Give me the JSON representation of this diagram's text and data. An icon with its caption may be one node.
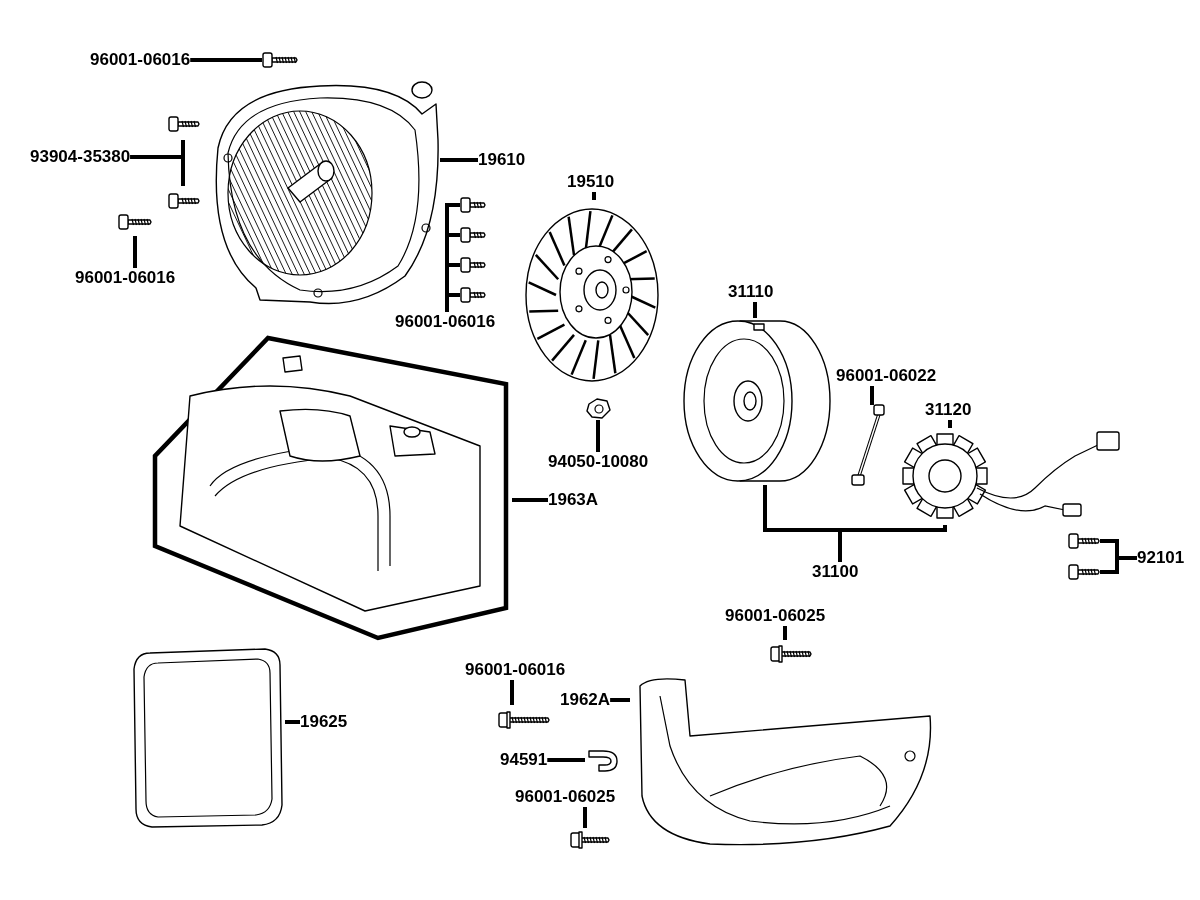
{
  "diagram": {
    "nodes": [
      {
        "text": [
          "96001-06016"
        ]
      },
      {
        "text": [],
        "shape": "picture"
      },
      {
        "text": [
          "93904-35380"
        ]
      },
      {
        "text": [],
        "shape": "picture"
      },
      {
        "text": [],
        "shape": "picture"
      },
      {
        "text": [
          "19610"
        ]
      },
      {
        "text": [],
        "shape": "picture"
      },
      {
        "text": [
          "96001-06016"
        ]
      },
      {
        "text": [],
        "shape": "picture"
      },
      {
        "text": [
          "19510"
        ]
      },
      {
        "text": [],
        "shape": "picture"
      },
      {
        "text": [
          "96001-06016"
        ]
      },
      {
        "text": [],
        "shape": "picture"
      },
      {
        "text": [],
        "shape": "picture"
      },
      {
        "text": [],
        "shape": "picture"
      },
      {
        "text": [],
        "shape": "picture"
      },
      {
        "text": [
          "31110"
        ]
      },
      {
        "text": [],
        "shape": "picture"
      },
      {
        "text": [
          "96001-06022"
        ]
      },
      {
        "text": [],
        "shape": "picture"
      },
      {
        "text": [
          "31120"
        ]
      },
      {
        "text": [],
        "shape": "picture"
      },
      {
        "text": [],
        "shape": "picture"
      },
      {
        "text": [
          "1963A"
        ]
      },
      {
        "text": [
          "94050-10080"
        ]
      },
      {
        "text": [],
        "shape": "picture"
      },
      {
        "text": [
          "31100"
        ]
      },
      {
        "text": [
          "92101"
        ]
      },
      {
        "text": [],
        "shape": "picture"
      },
      {
        "text": [],
        "shape": "picture"
      },
      {
        "text": [
          "1962A"
        ]
      },
      {
        "text": [],
        "shape": "picture"
      },
      {
        "text": [
          "96001-06025"
        ]
      },
      {
        "text": [],
        "shape": "picture"
      },
      {
        "text": [],
        "shape": "picture"
      },
      {
        "text": [
          "19625"
        ]
      },
      {
        "text": [
          "96001-06016"
        ]
      },
      {
        "text": [],
        "shape": "picture"
      },
      {
        "text": [
          "94591"
        ]
      },
      {
        "text": [],
        "shape": "picture"
      },
      {
        "text": [
          "96001-06025"
        ]
      },
      {
        "text": [],
        "shape": "picture"
      }
    ],
    "edges": [
      {
        "from": 0,
        "to": 1,
        "arrow": "none"
      },
      {
        "from": 2,
        "to": 3,
        "arrow": "none"
      },
      {
        "from": 2,
        "to": 4,
        "arrow": "none"
      },
      {
        "from": 5,
        "to": 6,
        "arrow": "none"
      },
      {
        "from": 7,
        "to": 8,
        "arrow": "none"
      },
      {
        "from": 9,
        "to": 10,
        "arrow": "none"
      },
      {
        "from": 11,
        "to": 12,
        "arrow": "none"
      },
      {
        "from": 11,
        "to": 13,
        "arrow": "none"
      },
      {
        "from": 11,
        "to": 14,
        "arrow": "none"
      },
      {
        "from": 11,
        "to": 15,
        "arrow": "none"
      },
      {
        "from": 16,
        "to": 17,
        "arrow": "none"
      },
      {
        "from": 18,
        "to": 19,
        "arrow": "none"
      },
      {
        "from": 20,
        "to": 21,
        "arrow": "none"
      },
      {
        "from": 23,
        "to": 22,
        "arrow": "none"
      },
      {
        "from": 24,
        "to": 25,
        "arrow": "none"
      },
      {
        "from": 26,
        "to": 17,
        "arrow": "none"
      },
      {
        "from": 26,
        "to": 21,
        "arrow": "none"
      },
      {
        "from": 27,
        "to": 28,
        "arrow": "none"
      },
      {
        "from": 27,
        "to": 29,
        "arrow": "none"
      },
      {
        "from": 30,
        "to": 31,
        "arrow": "none"
      },
      {
        "from": 32,
        "to": 33,
        "arrow": "none"
      },
      {
        "from": 35,
        "to": 34,
        "arrow": "none"
      },
      {
        "from": 36,
        "to": 37,
        "arrow": "none"
      },
      {
        "from": 38,
        "to": 39,
        "arrow": "none"
      },
      {
        "from": 40,
        "to": 41,
        "arrow": "none"
      }
    ]
  }
}
